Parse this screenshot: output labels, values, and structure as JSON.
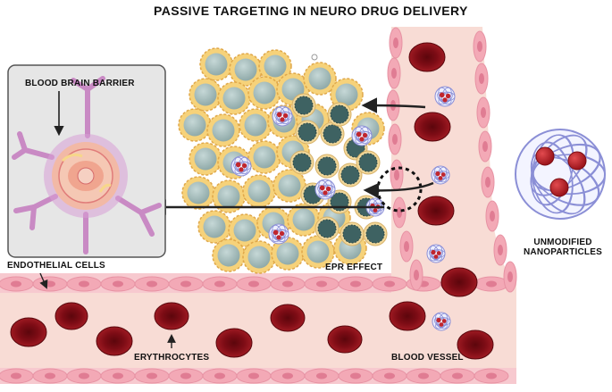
{
  "title": "PASSIVE TARGETING IN NEURO DRUG DELIVERY",
  "labels": {
    "bbb": "BLOOD BRAIN BARRIER",
    "endothelial": "ENDOTHELIAL CELLS",
    "epr": "EPR EFFECT",
    "erythrocytes": "ERYTHROCYTES",
    "blood_vessel": "BLOOD VESSEL",
    "nanoparticle_line1": "UNMODIFIED",
    "nanoparticle_line2": "NANOPARTICLES"
  },
  "colors": {
    "vessel_fill": "#f8dcd5",
    "endothelial_cell": "#f3a9b6",
    "endothelial_nucleus": "#e07c93",
    "erythrocyte": "#8e111a",
    "erythrocyte_center": "#6a0910",
    "tumor_cell_outer": "#f6d27a",
    "tumor_cell_nucleus": "#a8c0bf",
    "dark_cell": "#3e6262",
    "nanoparticle_strands": "#8b8fd6",
    "drug_payload": "#c0262e",
    "bbb_panel": "#e6e6e6",
    "astrocyte": "#c98ac4"
  }
}
